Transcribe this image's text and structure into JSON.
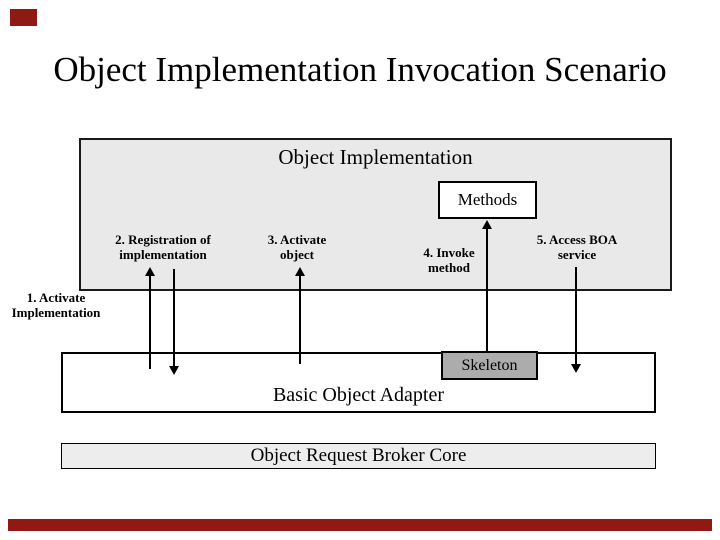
{
  "slide": {
    "title": "Object Implementation Invocation Scenario",
    "object_implementation_box": {
      "label": "Object Implementation"
    },
    "methods_box": {
      "label": "Methods"
    },
    "steps": [
      {
        "line1": "1. Activate",
        "line2": "Implementation"
      },
      {
        "line1": "2. Registration of",
        "line2": "implementation"
      },
      {
        "line1": "3. Activate",
        "line2": "object"
      },
      {
        "line1": "4. Invoke",
        "line2": "method"
      },
      {
        "line1": "5. Access BOA",
        "line2": "service"
      }
    ],
    "skeleton_box": {
      "label": "Skeleton"
    },
    "boa_box": {
      "label": "Basic Object Adapter"
    },
    "orb_box": {
      "label": "Object Request Broker Core"
    },
    "colors": {
      "implementation_fill": "#E9E9E9",
      "skeleton_fill": "#ACACAC",
      "orb_fill": "#EDEDED",
      "accent_maroon": "#8E1A13",
      "border": "#000000",
      "background": "#FFFFFF"
    }
  }
}
